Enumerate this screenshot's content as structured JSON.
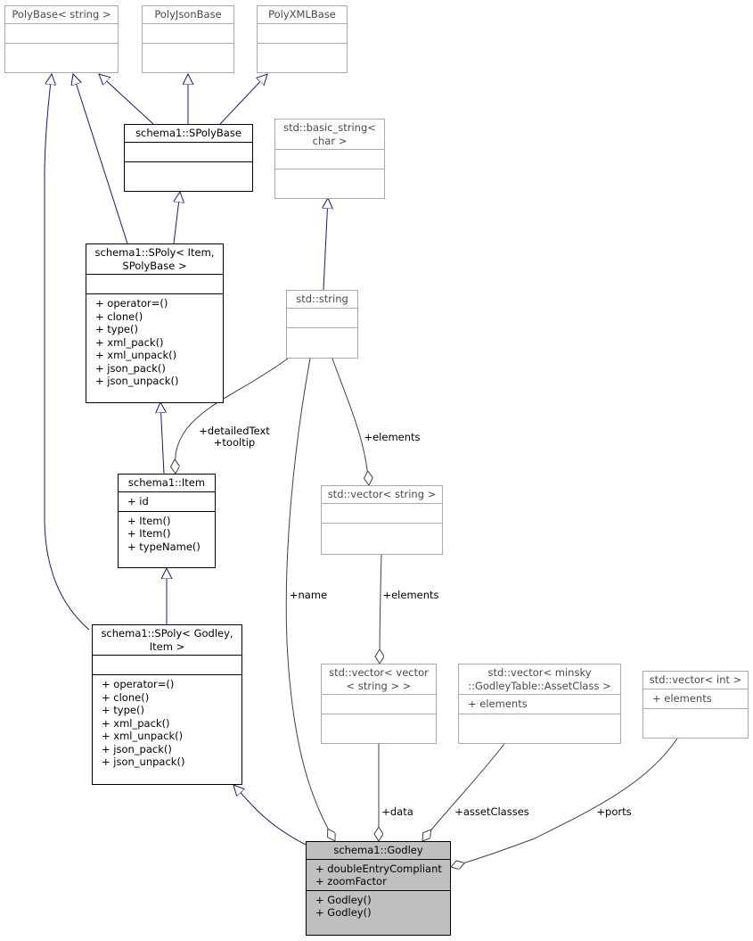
{
  "classes": {
    "polybase": {
      "title": "PolyBase< string >",
      "attributes": [],
      "methods": []
    },
    "polyjson": {
      "title": "PolyJsonBase",
      "attributes": [],
      "methods": []
    },
    "polyxml": {
      "title": "PolyXMLBase",
      "attributes": [],
      "methods": []
    },
    "spolybase": {
      "title": "schema1::SPolyBase",
      "attributes": [],
      "methods": []
    },
    "basic_string": {
      "title": "std::basic_string<\nchar >",
      "attributes": [],
      "methods": []
    },
    "spoly_item": {
      "title": "schema1::SPoly< Item,\nSPolyBase >",
      "attributes": [],
      "methods": [
        "+ operator=()",
        "+ clone()",
        "+ type()",
        "+ xml_pack()",
        "+ xml_unpack()",
        "+ json_pack()",
        "+ json_unpack()"
      ]
    },
    "stdstring": {
      "title": "std::string",
      "attributes": [],
      "methods": []
    },
    "item": {
      "title": "schema1::Item",
      "attributes": [
        "+ id"
      ],
      "methods": [
        "+ Item()",
        "+ Item()",
        "+ typeName()"
      ]
    },
    "vec_string": {
      "title": "std::vector< string >",
      "attributes": [],
      "methods": []
    },
    "spoly_godley": {
      "title": "schema1::SPoly< Godley,\nItem >",
      "attributes": [],
      "methods": [
        "+ operator=()",
        "+ clone()",
        "+ type()",
        "+ xml_pack()",
        "+ xml_unpack()",
        "+ json_pack()",
        "+ json_unpack()"
      ]
    },
    "vec_vec": {
      "title": "std::vector< vector\n< string > >",
      "attributes": [],
      "methods": []
    },
    "vec_asset": {
      "title": "std::vector< minsky\n::GodleyTable::AssetClass >",
      "attributes": [
        "+ elements"
      ],
      "methods": []
    },
    "vec_int": {
      "title": "std::vector< int >",
      "attributes": [
        "+ elements"
      ],
      "methods": []
    },
    "godley": {
      "title": "schema1::Godley",
      "attributes": [
        "+ doubleEntryCompliant",
        "+ zoomFactor"
      ],
      "methods": [
        "+ Godley()",
        "+ Godley()"
      ]
    }
  },
  "edge_labels": {
    "detailed": "+detailedText\n+tooltip",
    "elements1": "+elements",
    "name": "+name",
    "elements2": "+elements",
    "data": "+data",
    "assetClasses": "+assetClasses",
    "ports": "+ports"
  },
  "colors": {
    "inheritance": "#191970",
    "association": "#404040",
    "focus_fill": "#bfbfbf"
  }
}
